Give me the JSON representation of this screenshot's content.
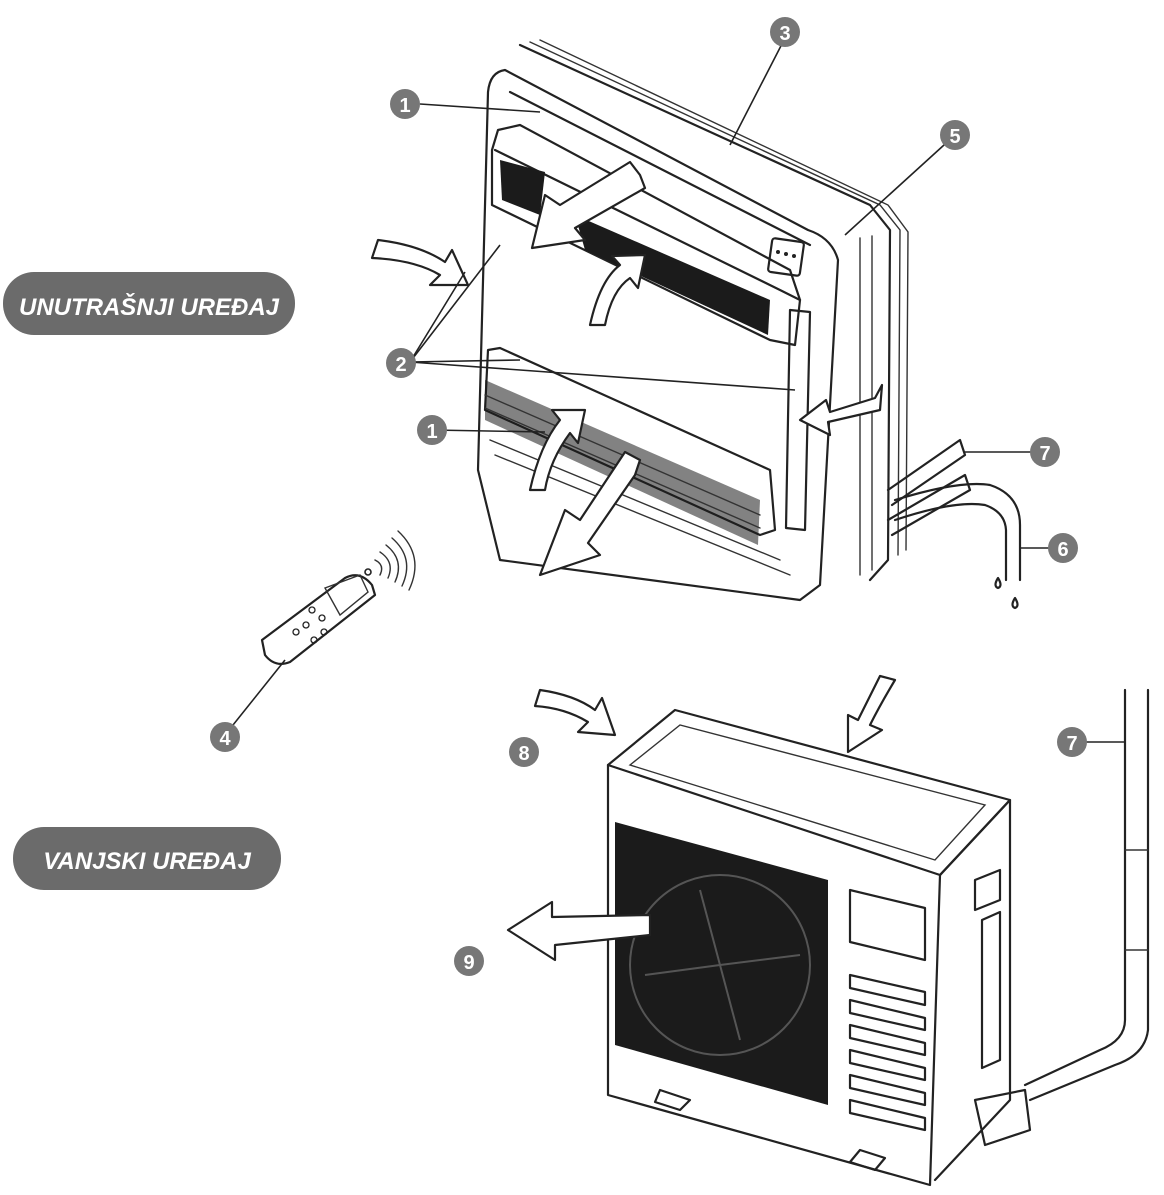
{
  "labels": {
    "indoor_unit": "UNUTRAŠNJI UREĐAJ",
    "outdoor_unit": "VANJSKI UREĐAJ"
  },
  "callouts": [
    "1",
    "1",
    "2",
    "3",
    "4",
    "5",
    "6",
    "7",
    "7",
    "8",
    "9"
  ],
  "colors": {
    "label_pill": "#6b6b6b",
    "callout_circle": "#777777",
    "line": "#222222"
  }
}
